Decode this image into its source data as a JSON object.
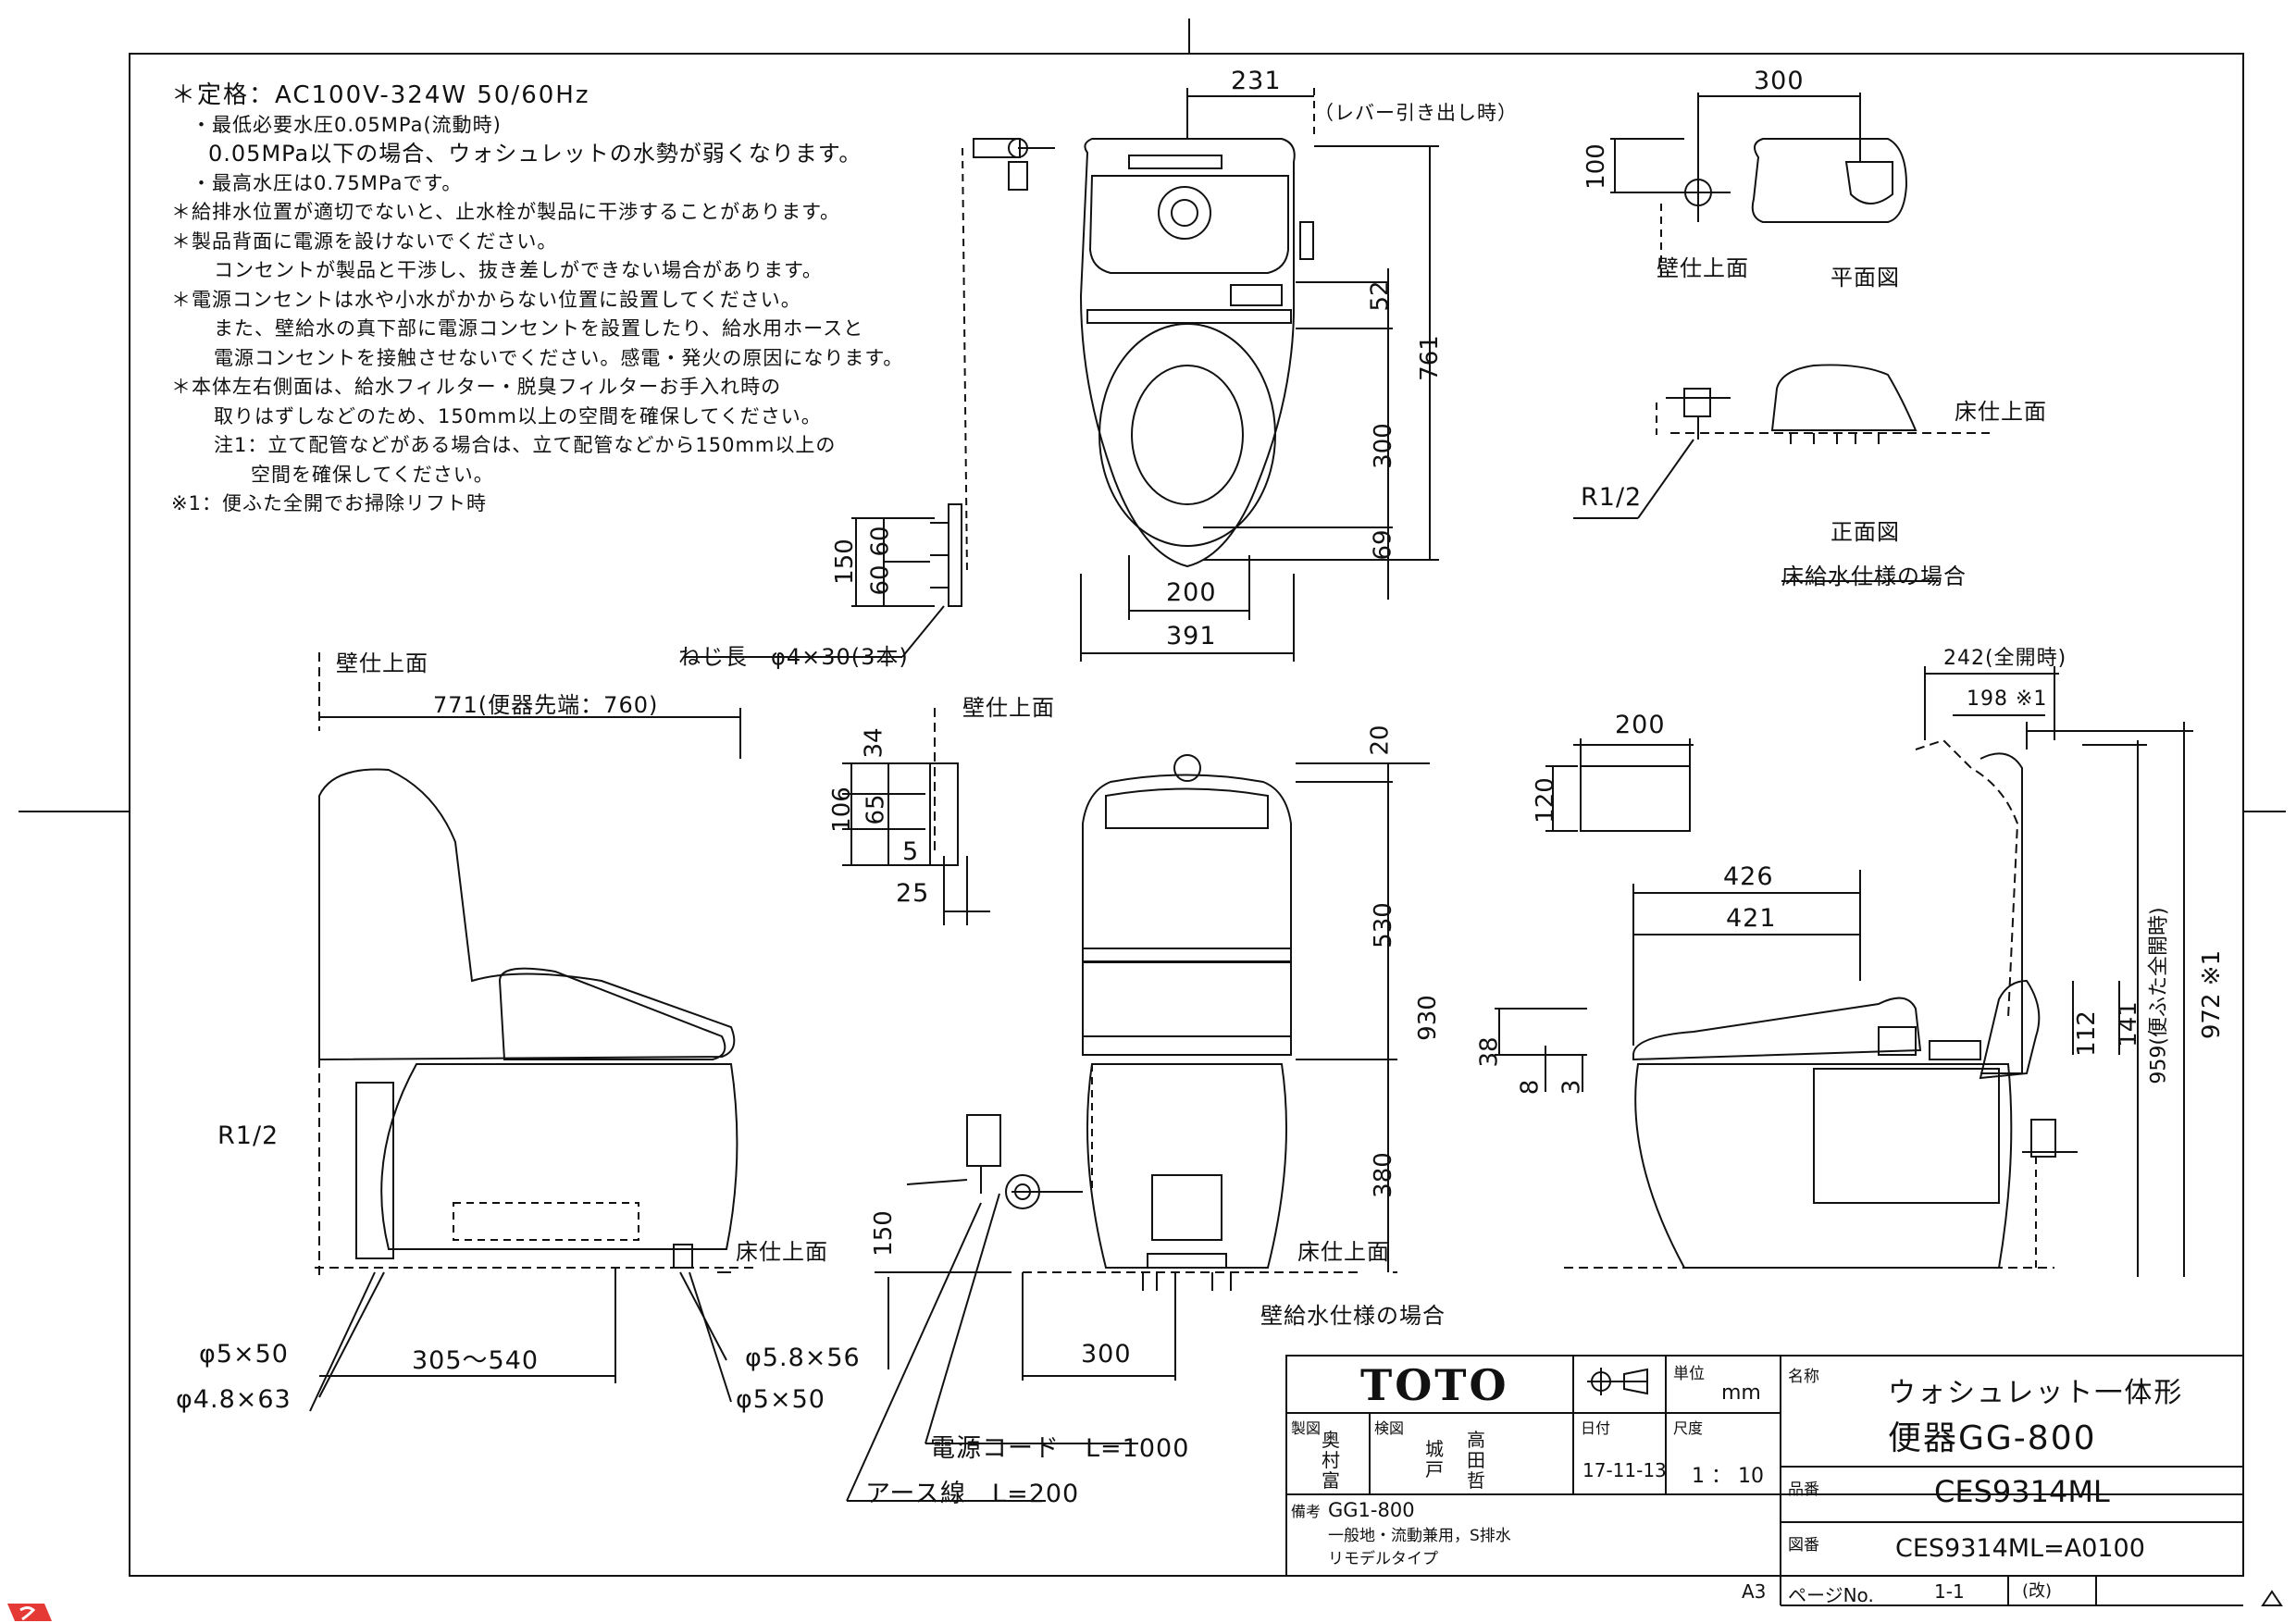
{
  "notes": [
    "＊定格：AC100V-324W 50/60Hz",
    "・最低必要水圧0.05MPa(流動時)",
    "0.05MPa以下の場合、ウォシュレットの水勢が弱くなります。",
    "・最高水圧は0.75MPaです。",
    "＊給排水位置が適切でないと、止水栓が製品に干渉することがあります。",
    "＊製品背面に電源を設けないでください。",
    "コンセントが製品と干渉し、抜き差しができない場合があります。",
    "＊電源コンセントは水や小水がかからない位置に設置してください。",
    "また、壁給水の真下部に電源コンセントを設置したり、給水用ホースと",
    "電源コンセントを接触させないでください。感電・発火の原因になります。",
    "＊本体左右側面は、給水フィルター・脱臭フィルターお手入れ時の",
    "取りはずしなどのため、150mm以上の空間を確保してください。",
    "注1：立て配管などがある場合は、立て配管などから150mm以上の",
    "空間を確保してください。",
    "※1：便ふた全開でお掃除リフト時"
  ],
  "labels": {
    "wall_surface": "壁仕上面",
    "floor_surface": "床仕上面",
    "plan_view": "平面図",
    "front_view": "正面図",
    "floor_supply_case": "床給水仕様の場合",
    "wall_supply_case": "壁給水仕様の場合",
    "screw": "ねじ長　φ4×30(3本)",
    "lever": "（レバー引き出し時）",
    "r12": "R1/2",
    "power_cord": "電源コード　L=1000",
    "earth_wire": "アース線　L=200",
    "phi_5x50": "φ5×50",
    "phi_48x63": "φ4.8×63",
    "phi_58x56": "φ5.8×56",
    "range_305_540": "305～540",
    "d771": "771(便器先端：760)",
    "d242": "242(全開時)",
    "d198": "198 ※1",
    "d959": "959(便ふた全開時)",
    "d972": "972 ※1"
  },
  "dims": {
    "top": [
      "231",
      "300",
      "100",
      "52",
      "761",
      "300",
      "69",
      "200",
      "391",
      "150",
      "60",
      "60"
    ],
    "middle": [
      "34",
      "106",
      "65",
      "5",
      "25",
      "20",
      "530",
      "930",
      "380",
      "150",
      "300"
    ],
    "right": [
      "200",
      "120",
      "426",
      "421",
      "38",
      "8",
      "3",
      "112",
      "141"
    ]
  },
  "title_block": {
    "brand": "TOTO",
    "unit_label": "単位",
    "unit": "mm",
    "name_label": "名称",
    "name_line1": "ウォシュレット一体形",
    "name_line2": "便器GG-800",
    "drawn_label": "製図",
    "drawn_by": "奥村富",
    "checked_label": "検図",
    "checked_by1": "城戸",
    "checked_by2": "高田哲",
    "date_label": "日付",
    "date": "17-11-13",
    "scale_label": "尺度",
    "scale": "1 ： 10",
    "part_label": "品番",
    "part": "CES9314ML",
    "remarks_label": "備考",
    "remarks1": "GG1-800",
    "remarks2": "一般地・流動兼用，S排水",
    "remarks3": "リモデルタイプ",
    "drawing_label": "図番",
    "drawing": "CES9314ML=A0100",
    "sheet_size": "A3",
    "page_label": "ページNo.",
    "page": "1-1",
    "revision": "(改)"
  }
}
